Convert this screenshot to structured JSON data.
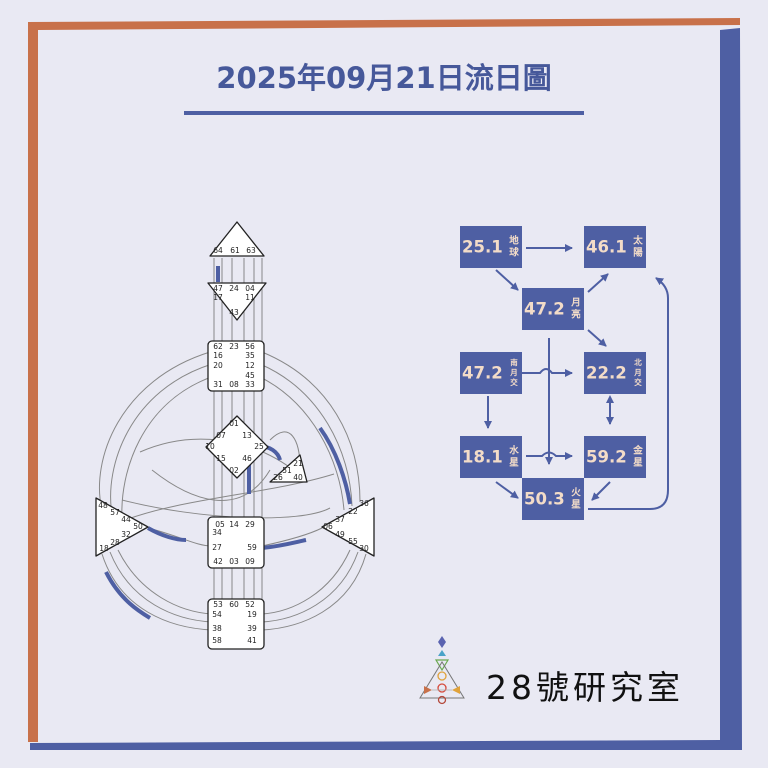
{
  "title": "2025年09月21日流日圖",
  "brand": "28號研究室",
  "centers": {
    "head": {
      "gates": [
        "64",
        "61",
        "63"
      ]
    },
    "ajna": {
      "gates": [
        "47",
        "24",
        "04",
        "17",
        "11",
        "43"
      ]
    },
    "throat": {
      "gates": [
        "62",
        "23",
        "56",
        "16",
        "35",
        "20",
        "12",
        "45",
        "31",
        "08",
        "33"
      ]
    },
    "g": {
      "gates": [
        "01",
        "07",
        "13",
        "10",
        "25",
        "15",
        "46",
        "02"
      ]
    },
    "ego": {
      "gates": [
        "21",
        "51",
        "26",
        "40"
      ]
    },
    "spleen": {
      "gates": [
        "48",
        "57",
        "44",
        "50",
        "32",
        "28",
        "18"
      ]
    },
    "sacral": {
      "gates": [
        "05",
        "14",
        "29",
        "34",
        "27",
        "59",
        "42",
        "03",
        "09"
      ]
    },
    "solar": {
      "gates": [
        "36",
        "22",
        "37",
        "06",
        "49",
        "55",
        "30"
      ]
    },
    "root": {
      "gates": [
        "53",
        "60",
        "52",
        "54",
        "19",
        "38",
        "39",
        "58",
        "41"
      ]
    }
  },
  "planets": [
    {
      "id": "earth",
      "value": "25.1",
      "label": [
        "地",
        "球"
      ]
    },
    {
      "id": "sun",
      "value": "46.1",
      "label": [
        "太",
        "陽"
      ]
    },
    {
      "id": "moon",
      "value": "47.2",
      "label": [
        "月",
        "亮"
      ]
    },
    {
      "id": "southnode",
      "value": "47.2",
      "label": [
        "南",
        "月",
        "交"
      ]
    },
    {
      "id": "northnode",
      "value": "22.2",
      "label": [
        "北",
        "月",
        "交"
      ]
    },
    {
      "id": "mercury",
      "value": "18.1",
      "label": [
        "水",
        "星"
      ]
    },
    {
      "id": "venus",
      "value": "59.2",
      "label": [
        "金",
        "星"
      ]
    },
    {
      "id": "mars",
      "value": "50.3",
      "label": [
        "火",
        "星"
      ]
    }
  ],
  "colors": {
    "accent": "#4e5fa3",
    "orange": "#c8714a",
    "bg": "#e9e9f3",
    "label": "#f3dcc8"
  }
}
